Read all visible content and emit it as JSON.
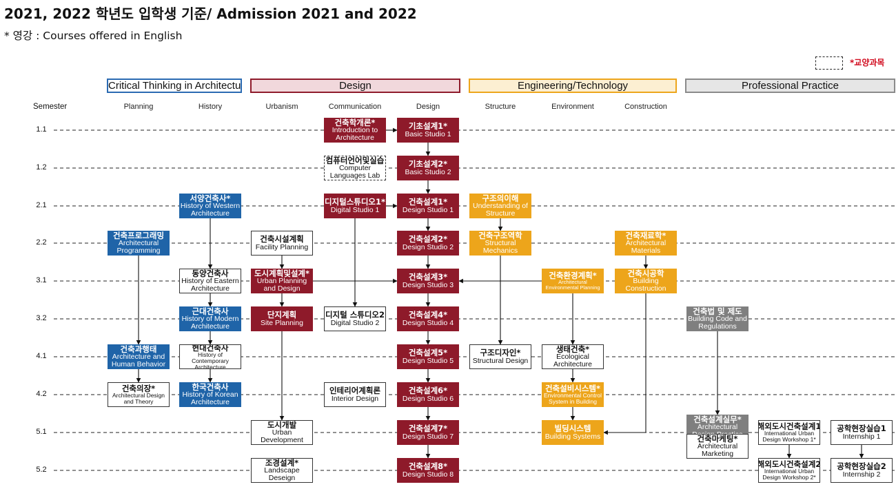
{
  "title": "2021, 2022 학년도 입학생 기준/ Admission 2021 and 2022",
  "subtitle": "* 영강 : Courses offered in English",
  "legend": {
    "label": "*교양과목"
  },
  "categories": [
    {
      "id": "critical",
      "label": "Critical Thinking in Architecture",
      "border": "#2a6ab2",
      "fill": "#ffffff"
    },
    {
      "id": "design",
      "label": "Design",
      "border": "#8e1a2a",
      "fill": "#f1d8dc"
    },
    {
      "id": "engineering",
      "label": "Engineering/Technology",
      "border": "#eda51b",
      "fill": "#fcefd2"
    },
    {
      "id": "professional",
      "label": "Professional Practice",
      "border": "#8a8a8a",
      "fill": "#e6e6e6"
    }
  ],
  "semester_header": "Semester",
  "columns": [
    "Planning",
    "History",
    "Urbanism",
    "Communication",
    "Design",
    "Structure",
    "Environment",
    "Construction"
  ],
  "semesters": [
    "1.1",
    "1.2",
    "2.1",
    "2.2",
    "3.1",
    "3.2",
    "4.1",
    "4.2",
    "5.1",
    "5.2"
  ],
  "colors": {
    "blue": "#1f64a8",
    "red": "#8e1a2a",
    "orange": "#eda51b",
    "gray": "#7f7f7f"
  },
  "courses": [
    {
      "id": "intro",
      "ko": "건축학개론*",
      "en": "Introduction to Architecture",
      "style": "red"
    },
    {
      "id": "bs1",
      "ko": "기초설계1*",
      "en": "Basic Studio 1",
      "style": "red"
    },
    {
      "id": "cll",
      "ko": "컴퓨터언어및실습",
      "en": "Computer Languages Lab",
      "style": "dashed"
    },
    {
      "id": "bs2",
      "ko": "기초설계2*",
      "en": "Basic Studio 2",
      "style": "red"
    },
    {
      "id": "hwa",
      "ko": "서양건축사*",
      "en": "History of Western Architecture",
      "style": "blue"
    },
    {
      "id": "dgs1",
      "ko": "디지털스튜디오1*",
      "en": "Digital Studio 1",
      "style": "red"
    },
    {
      "id": "ds1",
      "ko": "건축설계1*",
      "en": "Design Studio 1",
      "style": "red"
    },
    {
      "id": "us",
      "ko": "구조의이해",
      "en": "Understanding of Structure",
      "style": "orange"
    },
    {
      "id": "ap",
      "ko": "건축프로그래밍",
      "en": "Architectural Programming",
      "style": "blue"
    },
    {
      "id": "fp",
      "ko": "건축시설계획",
      "en": "Facility Planning",
      "style": "white"
    },
    {
      "id": "ds2",
      "ko": "건축설계2*",
      "en": "Design Studio 2",
      "style": "red"
    },
    {
      "id": "sm",
      "ko": "건축구조역학",
      "en": "Structural Mechanics",
      "style": "orange"
    },
    {
      "id": "am",
      "ko": "건축재료학*",
      "en": "Architectural Materials",
      "style": "orange"
    },
    {
      "id": "hea",
      "ko": "동양건축사",
      "en": "History of Eastern Architecture",
      "style": "white"
    },
    {
      "id": "upd",
      "ko": "도시계획및설계*",
      "en": "Urban Planning and Design",
      "style": "red"
    },
    {
      "id": "ds3",
      "ko": "건축설계3*",
      "en": "Design Studio 3",
      "style": "red"
    },
    {
      "id": "aep",
      "ko": "건축환경계획*",
      "en": "Architectural Environmental Planning",
      "style": "orange"
    },
    {
      "id": "bc",
      "ko": "건축시공학",
      "en": "Building Construction",
      "style": "orange"
    },
    {
      "id": "hma",
      "ko": "근대건축사",
      "en": "History of Modern Architecture",
      "style": "blue"
    },
    {
      "id": "sp",
      "ko": "단지계획",
      "en": "Site Planning",
      "style": "red"
    },
    {
      "id": "dgs2",
      "ko": "디지털 스튜디오2",
      "en": "Digital Studio 2",
      "style": "white"
    },
    {
      "id": "ds4",
      "ko": "건축설계4*",
      "en": "Design Studio 4",
      "style": "red"
    },
    {
      "id": "bcr",
      "ko": "건축법 및 제도",
      "en": "Building Code and Regulations",
      "style": "gray"
    },
    {
      "id": "ahb",
      "ko": "건축과행태",
      "en": "Architecture and Human Behavior",
      "style": "blue"
    },
    {
      "id": "hca",
      "ko": "현대건축사",
      "en": "History of Contemporary Architecture",
      "style": "white"
    },
    {
      "id": "ds5",
      "ko": "건축설계5*",
      "en": "Design Studio 5",
      "style": "red"
    },
    {
      "id": "sd",
      "ko": "구조디자인*",
      "en": "Structural Design",
      "style": "white"
    },
    {
      "id": "ea",
      "ko": "생태건축*",
      "en": "Ecological Architecture",
      "style": "white"
    },
    {
      "id": "adt",
      "ko": "건축의장*",
      "en": "Architectural Design and Theory",
      "style": "white"
    },
    {
      "id": "hka",
      "ko": "한국건축사",
      "en": "History of Korean Architecture",
      "style": "blue"
    },
    {
      "id": "id",
      "ko": "인테리어계획론",
      "en": "Interior Design",
      "style": "white"
    },
    {
      "id": "ds6",
      "ko": "건축설계6*",
      "en": "Design Studio 6",
      "style": "red"
    },
    {
      "id": "ecs",
      "ko": "건축설비시스템*",
      "en": "Environmental Control System in Building",
      "style": "orange"
    },
    {
      "id": "udv",
      "ko": "도시개발",
      "en": "Urban Development",
      "style": "white"
    },
    {
      "id": "ds7",
      "ko": "건축설계7*",
      "en": "Design Studio 7",
      "style": "red"
    },
    {
      "id": "bsys",
      "ko": "빌딩시스템",
      "en": "Building Systems",
      "style": "orange"
    },
    {
      "id": "adp",
      "ko": "건축설계실무*",
      "en": "Architectural Design Practice",
      "style": "gray"
    },
    {
      "id": "amk",
      "ko": "건축마케팅*",
      "en": "Architectural Marketing",
      "style": "white"
    },
    {
      "id": "iudw1",
      "ko": "해외도시건축설계1",
      "en": "International Urban Design Workshop 1*",
      "style": "white"
    },
    {
      "id": "int1",
      "ko": "공학현장실습1",
      "en": "Internship 1",
      "style": "white"
    },
    {
      "id": "ld",
      "ko": "조경설계*",
      "en": "Landscape Deseign",
      "style": "white"
    },
    {
      "id": "ds8",
      "ko": "건축설계8*",
      "en": "Design Studio 8",
      "style": "red"
    },
    {
      "id": "iudw2",
      "ko": "해외도시건축설계2",
      "en": "International Urban Design Workshop 2*",
      "style": "white"
    },
    {
      "id": "int2",
      "ko": "공학현장실습2",
      "en": "Internship 2",
      "style": "white"
    }
  ]
}
